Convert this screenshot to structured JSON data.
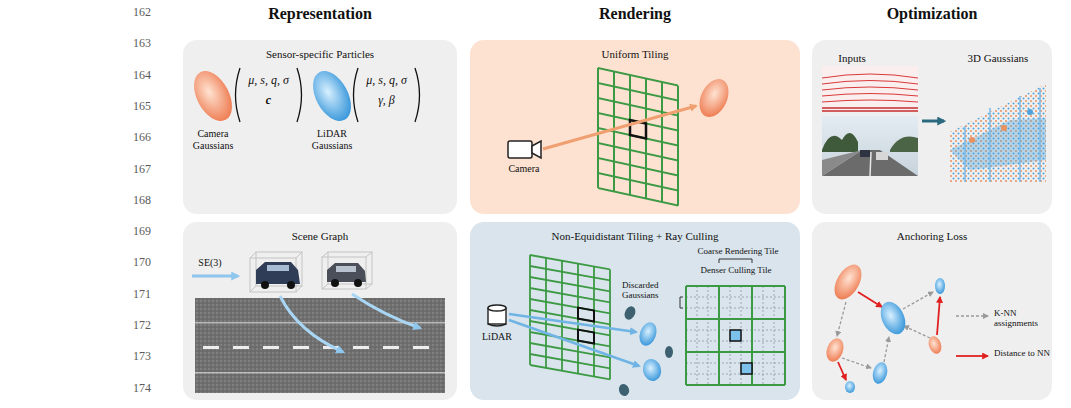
{
  "diagram": {
    "nodes": [
      {
        "text": [
          "Sensor-specific Particles"
        ]
      },
      {
        "text": [
          "Uniform Tiling"
        ]
      },
      {
        "text": [
          "Inputs",
          "3D Gaussians"
        ]
      },
      {
        "text": [
          "Scene Graph"
        ]
      },
      {
        "text": [
          "Non-Equidistant Tiling + Ray Culling"
        ]
      },
      {
        "text": [
          "Anchoring Loss"
        ]
      }
    ],
    "labels": [
      "162",
      "163",
      "164",
      "165",
      "166",
      "167",
      "168",
      "169",
      "170",
      "171",
      "172",
      "173",
      "174",
      "Representation",
      "Rendering",
      "Optimization",
      "μ, s, q, σ",
      "c",
      "Camera Gaussians",
      "μ, s, q, σ",
      "γ, β",
      "LiDAR Gaussians",
      "Camera",
      "SE(3)",
      "LiDAR",
      "Discarded Gaussians",
      "Coarse Rendering Tile",
      "Denser Culling Tile"
    ],
    "legend": [
      {
        "text": "K-NN assignments"
      },
      {
        "text": "Distance to NN"
      }
    ]
  }
}
